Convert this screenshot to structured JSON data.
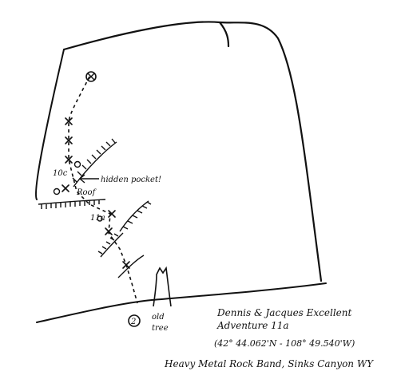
{
  "topo": {
    "grades": {
      "upper": "10c",
      "lower": "11a"
    },
    "labels": {
      "pocket": "hidden pocket!",
      "roof": "Roof",
      "route_number": "2",
      "tree_line1": "old",
      "tree_line2": "tree"
    },
    "route": {
      "name_line1": "Dennis & Jacques Excellent",
      "name_line2": "Adventure 11a",
      "coordinates": "(42° 44.062'N - 108° 49.540'W)"
    },
    "location": {
      "band": "Heavy Metal Rock Band, Sinks Canyon WY"
    },
    "icons": {
      "anchor": "anchor-icon",
      "bolt": "bolt-icon",
      "gear_placement": "gear-placement-icon"
    },
    "colors": {
      "ink": "#111111",
      "paper": "#ffffff"
    }
  }
}
